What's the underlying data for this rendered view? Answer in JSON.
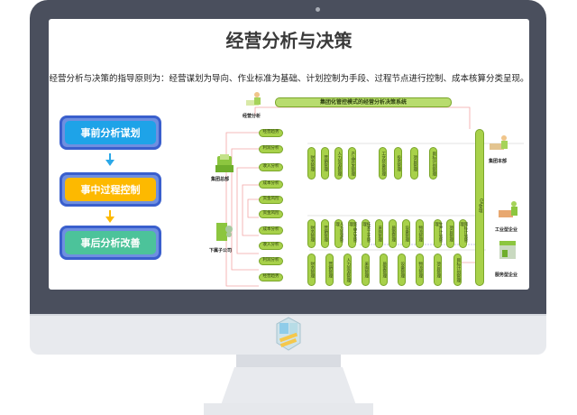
{
  "page": {
    "title": "经营分析与决策",
    "subtitle": "经营分析与决策的指导原则为：经营谋划为导向、作业标准为基础、计划控制为手段、过程节点进行控制、成本核算分类呈现。"
  },
  "steps": [
    {
      "label": "事前分析谋划",
      "color": "#1ea3e8"
    },
    {
      "label": "事中过程控制",
      "color": "#fdb900"
    },
    {
      "label": "事后分析改善",
      "color": "#4cc39a"
    }
  ],
  "diagram": {
    "banner": "集团化管控模式的经营分析决策系统",
    "actors": {
      "analysis": "经营分析",
      "hq": "集团总部",
      "sub": "下属子公司",
      "group_hq": "集团本部",
      "industrial": "工业型企业",
      "service": "服务型企业"
    },
    "left_items": [
      "经营趋势",
      "利润分析",
      "收入分析",
      "成本分析",
      "资金风险",
      "资金风险",
      "成本分析",
      "收入分析",
      "利润分析",
      "经营趋势"
    ],
    "top_row": [
      "财务管理",
      "营销管理",
      "人力资源管理",
      "产品开发管理",
      "工艺装备管理",
      "投资管理",
      "项目管理",
      "目标计划管理"
    ],
    "mid_row": [
      "财务管理",
      "营销管理",
      "人力资源管理",
      "新品开发管理",
      "技术工艺管理",
      "采购管理",
      "质量管理",
      "设备管理",
      "物流管理",
      "生产计划管理",
      "项目管理",
      "目标计划管理"
    ],
    "bot_row": [
      "财务管理",
      "营销管理",
      "人力资源管理",
      "采购管理",
      "质量管理",
      "设备管理",
      "物流管理",
      "项目管理",
      "目标计划管理"
    ],
    "oa": "OA管理"
  }
}
